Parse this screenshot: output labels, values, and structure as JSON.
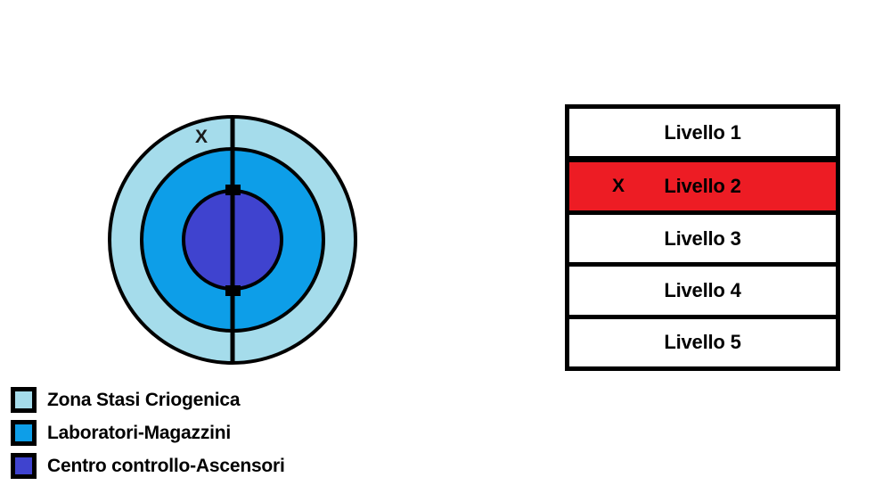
{
  "diagram": {
    "name": "station-cross-section",
    "current_position_marker": "X",
    "zones": [
      {
        "id": "outer",
        "label": "Zona Stasi Criogenica",
        "color": "#a5dceb",
        "radius": 138
      },
      {
        "id": "middle",
        "label": "Laboratori-Magazzini",
        "color": "#0d9ee8",
        "radius": 102
      },
      {
        "id": "core",
        "label": "Centro controllo-Ascensori",
        "color": "#3f43cf",
        "radius": 55
      }
    ],
    "axis": {
      "name": "elevator-shaft-axis",
      "color": "#000000",
      "node_markers": 2
    }
  },
  "legend": {
    "items": [
      {
        "label": "Zona Stasi Criogenica",
        "color": "#a5dceb"
      },
      {
        "label": "Laboratori-Magazzini",
        "color": "#0d9ee8"
      },
      {
        "label": "Centro controllo-Ascensori",
        "color": "#3f43cf"
      }
    ]
  },
  "levels_table": {
    "highlight_color": "#ed1c24",
    "current_marker": "X",
    "rows": [
      {
        "label": "Livello 1",
        "marker": "",
        "current": false
      },
      {
        "label": "Livello 2",
        "marker": "X",
        "current": true
      },
      {
        "label": "Livello 3",
        "marker": "",
        "current": false
      },
      {
        "label": "Livello 4",
        "marker": "",
        "current": false
      },
      {
        "label": "Livello 5",
        "marker": "",
        "current": false
      }
    ]
  }
}
